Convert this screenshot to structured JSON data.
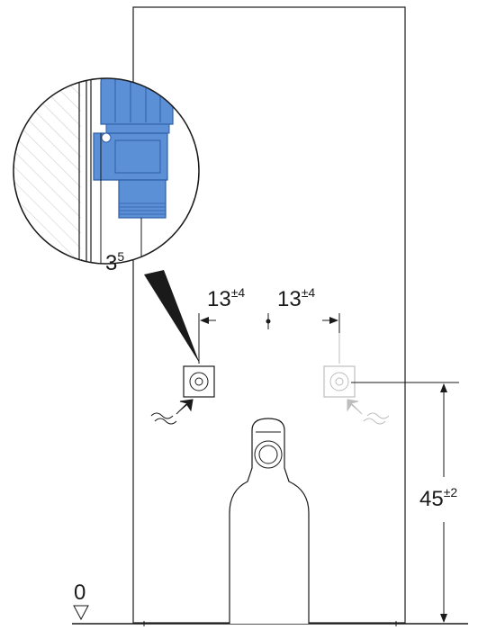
{
  "dimensions": {
    "valve_offset": {
      "value": "3",
      "superscript": "5"
    },
    "spacing_left": {
      "value": "13",
      "tolerance": "±4"
    },
    "spacing_right": {
      "value": "13",
      "tolerance": "±4"
    },
    "height": {
      "value": "45",
      "tolerance": "±2"
    },
    "floor_level": "0"
  },
  "colors": {
    "valve_blue": "#5b8fd6",
    "valve_blue_dark": "#2f5fa8",
    "line": "#1a1a1a",
    "faint": "#bdbdbd"
  },
  "icons": [
    "stop-valve-detail",
    "water-inlet-arrow",
    "waste-outlet",
    "floor-level-marker"
  ]
}
